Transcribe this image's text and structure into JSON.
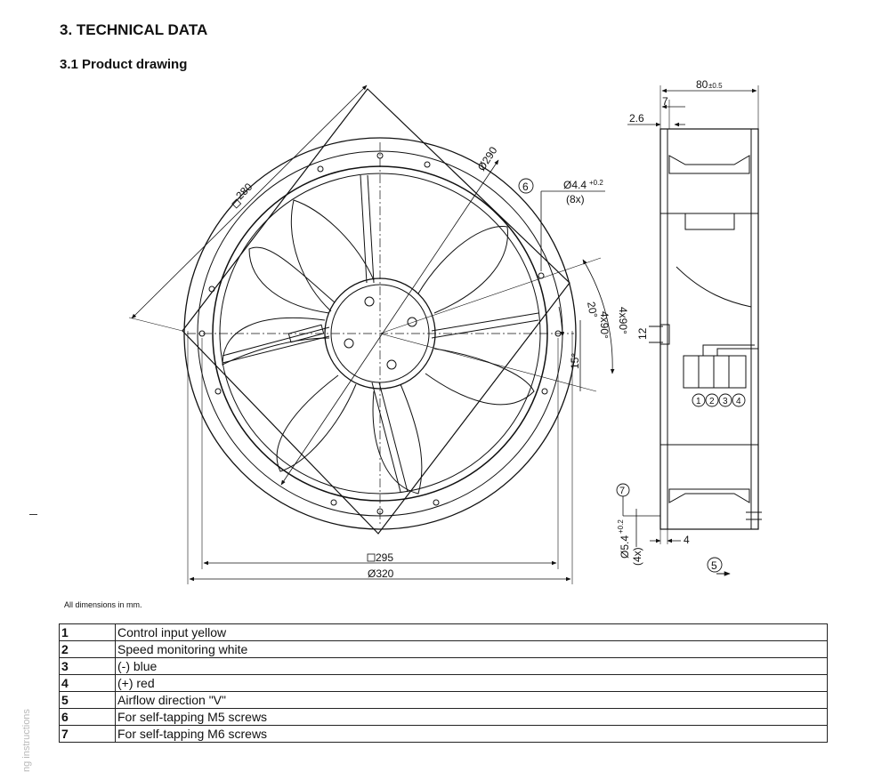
{
  "header": {
    "section_title": "3. TECHNICAL DATA",
    "subsection_title": "3.1 Product drawing"
  },
  "drawing": {
    "dim_square_280": "280",
    "dim_dia_290": "Ø290",
    "dim_square_295": "295",
    "dim_dia_320": "Ø320",
    "dim_angle_20": "20°",
    "dim_4x90_inner": "4x90°",
    "dim_4x90_outer": "4x90°",
    "dim_angle_15": "15°",
    "hole_callout": "Ø4.4",
    "hole_callout_tol": "+0.2",
    "hole_count": "(8x)",
    "dim_width_80": "80",
    "dim_width_80_tol": "±0.5",
    "dim_7": "7",
    "dim_2_6": "2.6",
    "dim_12": "12",
    "dim_4": "4",
    "side_hole_callout": "Ø5.4",
    "side_hole_tol": "+0.2",
    "side_hole_count": "(4x)",
    "marker_5": "5",
    "marker_6": "6",
    "marker_7": "7",
    "terminal_labels": [
      "1",
      "2",
      "3",
      "4"
    ]
  },
  "note": "All dimensions in mm.",
  "legend": [
    {
      "num": "1",
      "text": "Control input yellow"
    },
    {
      "num": "2",
      "text": "Speed monitoring white"
    },
    {
      "num": "3",
      "text": "(-) blue"
    },
    {
      "num": "4",
      "text": "(+) red"
    },
    {
      "num": "5",
      "text": "Airflow direction \"V\""
    },
    {
      "num": "6",
      "text": "For self-tapping M5 screws"
    },
    {
      "num": "7",
      "text": "For self-tapping M6 screws"
    }
  ],
  "sidebar_text": "ng instructions"
}
